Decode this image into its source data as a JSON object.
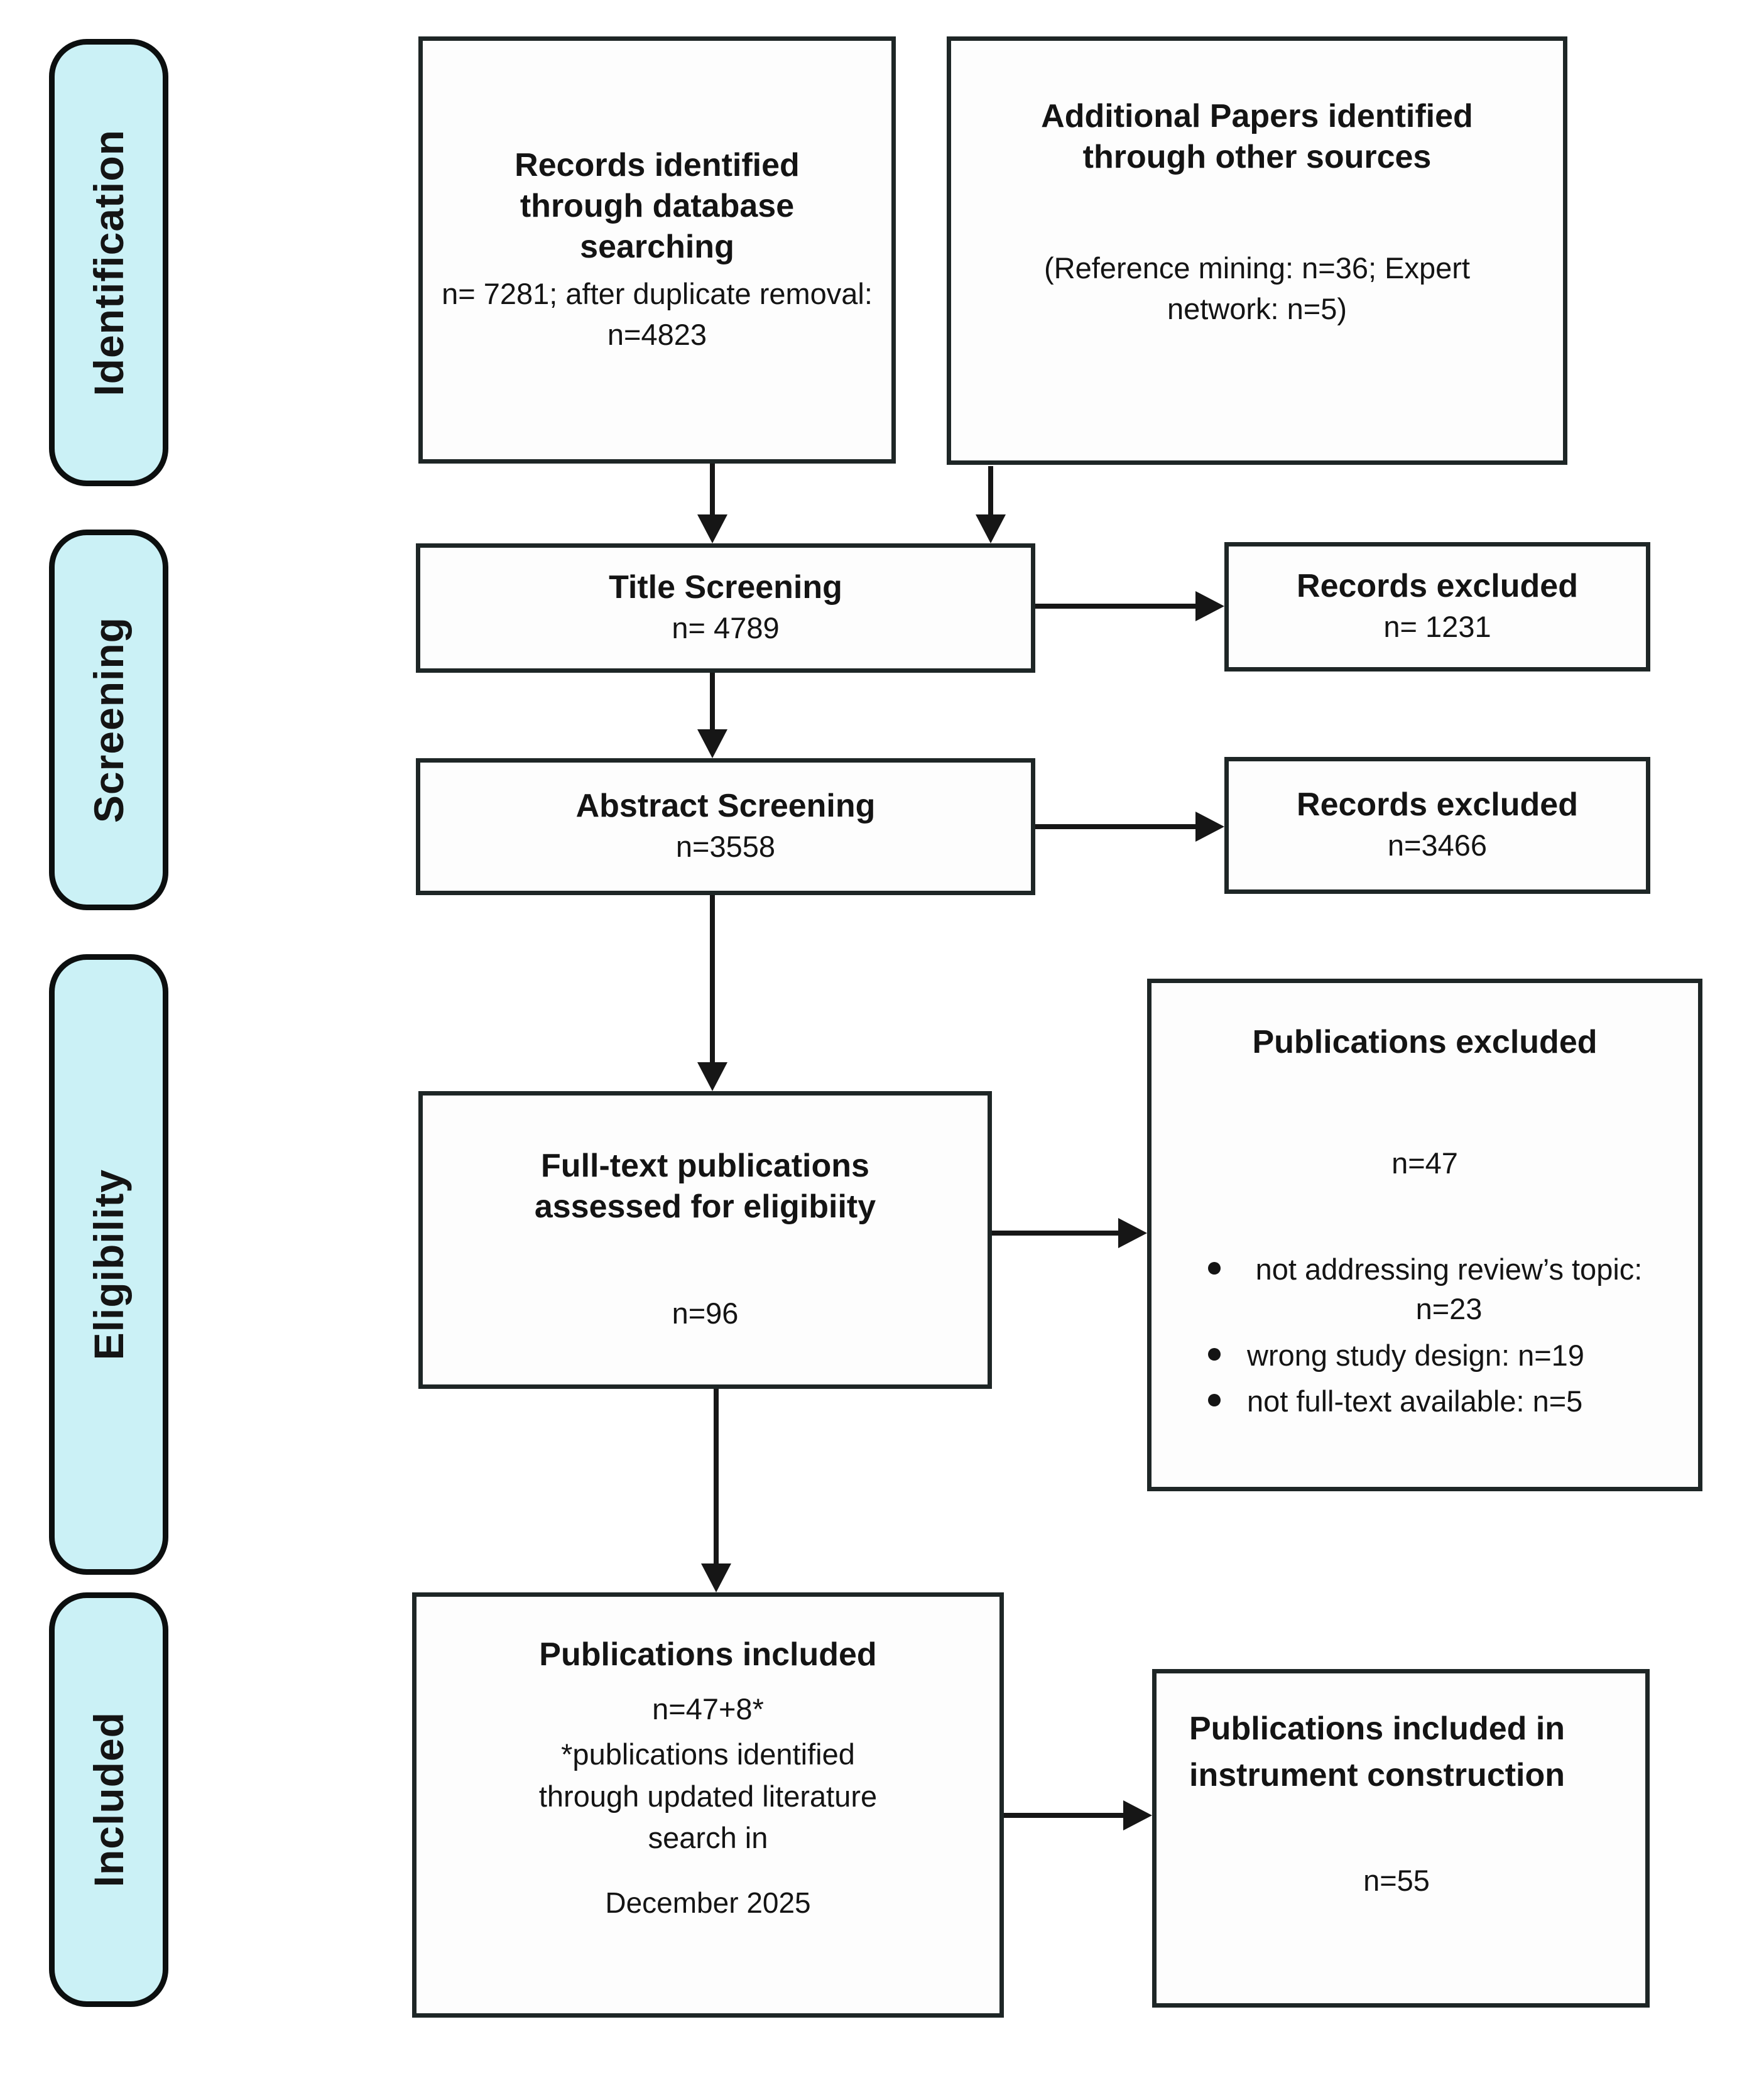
{
  "figure": {
    "colors": {
      "stage_fill": "#cbf1f6",
      "stage_border": "#0c0f0f",
      "box_border": "#1e2626",
      "box_fill": "#fdfdfd",
      "arrow": "#161616",
      "text": "#141414"
    },
    "stages": [
      {
        "label": "Identification"
      },
      {
        "label": "Screening"
      },
      {
        "label": "Eligibility"
      },
      {
        "label": "Included"
      }
    ],
    "boxes": {
      "records": {
        "title": "Records identified through database searching",
        "body": "n= 7281;  after duplicate removal: n=4823"
      },
      "additional": {
        "title": "Additional Papers identified through other sources",
        "body": "(Reference mining: n=36; Expert network: n=5)"
      },
      "title_screening": {
        "title": "Title Screening",
        "body": "n= 4789"
      },
      "records_excluded_title": {
        "title": "Records excluded",
        "body": "n= 1231"
      },
      "abstract_screening": {
        "title": "Abstract Screening",
        "body": "n=3558"
      },
      "records_excluded_abstract": {
        "title": "Records excluded",
        "body": "n=3466"
      },
      "fulltext": {
        "title": "Full-text publications assessed for eligibiity",
        "body": "n=96"
      },
      "publications_excluded": {
        "title": "Publications excluded",
        "count": "n=47",
        "bullets": [
          "not addressing review’s topic: n=23",
          "wrong study design: n=19",
          "not full-text available: n=5"
        ]
      },
      "included": {
        "title": "Publications included",
        "count": "n=47+8*",
        "note": "*publications identified through updated literature search in",
        "date": "December 2025"
      },
      "instrument": {
        "title": "Publications included in instrument construction",
        "body": "n=55"
      }
    }
  }
}
